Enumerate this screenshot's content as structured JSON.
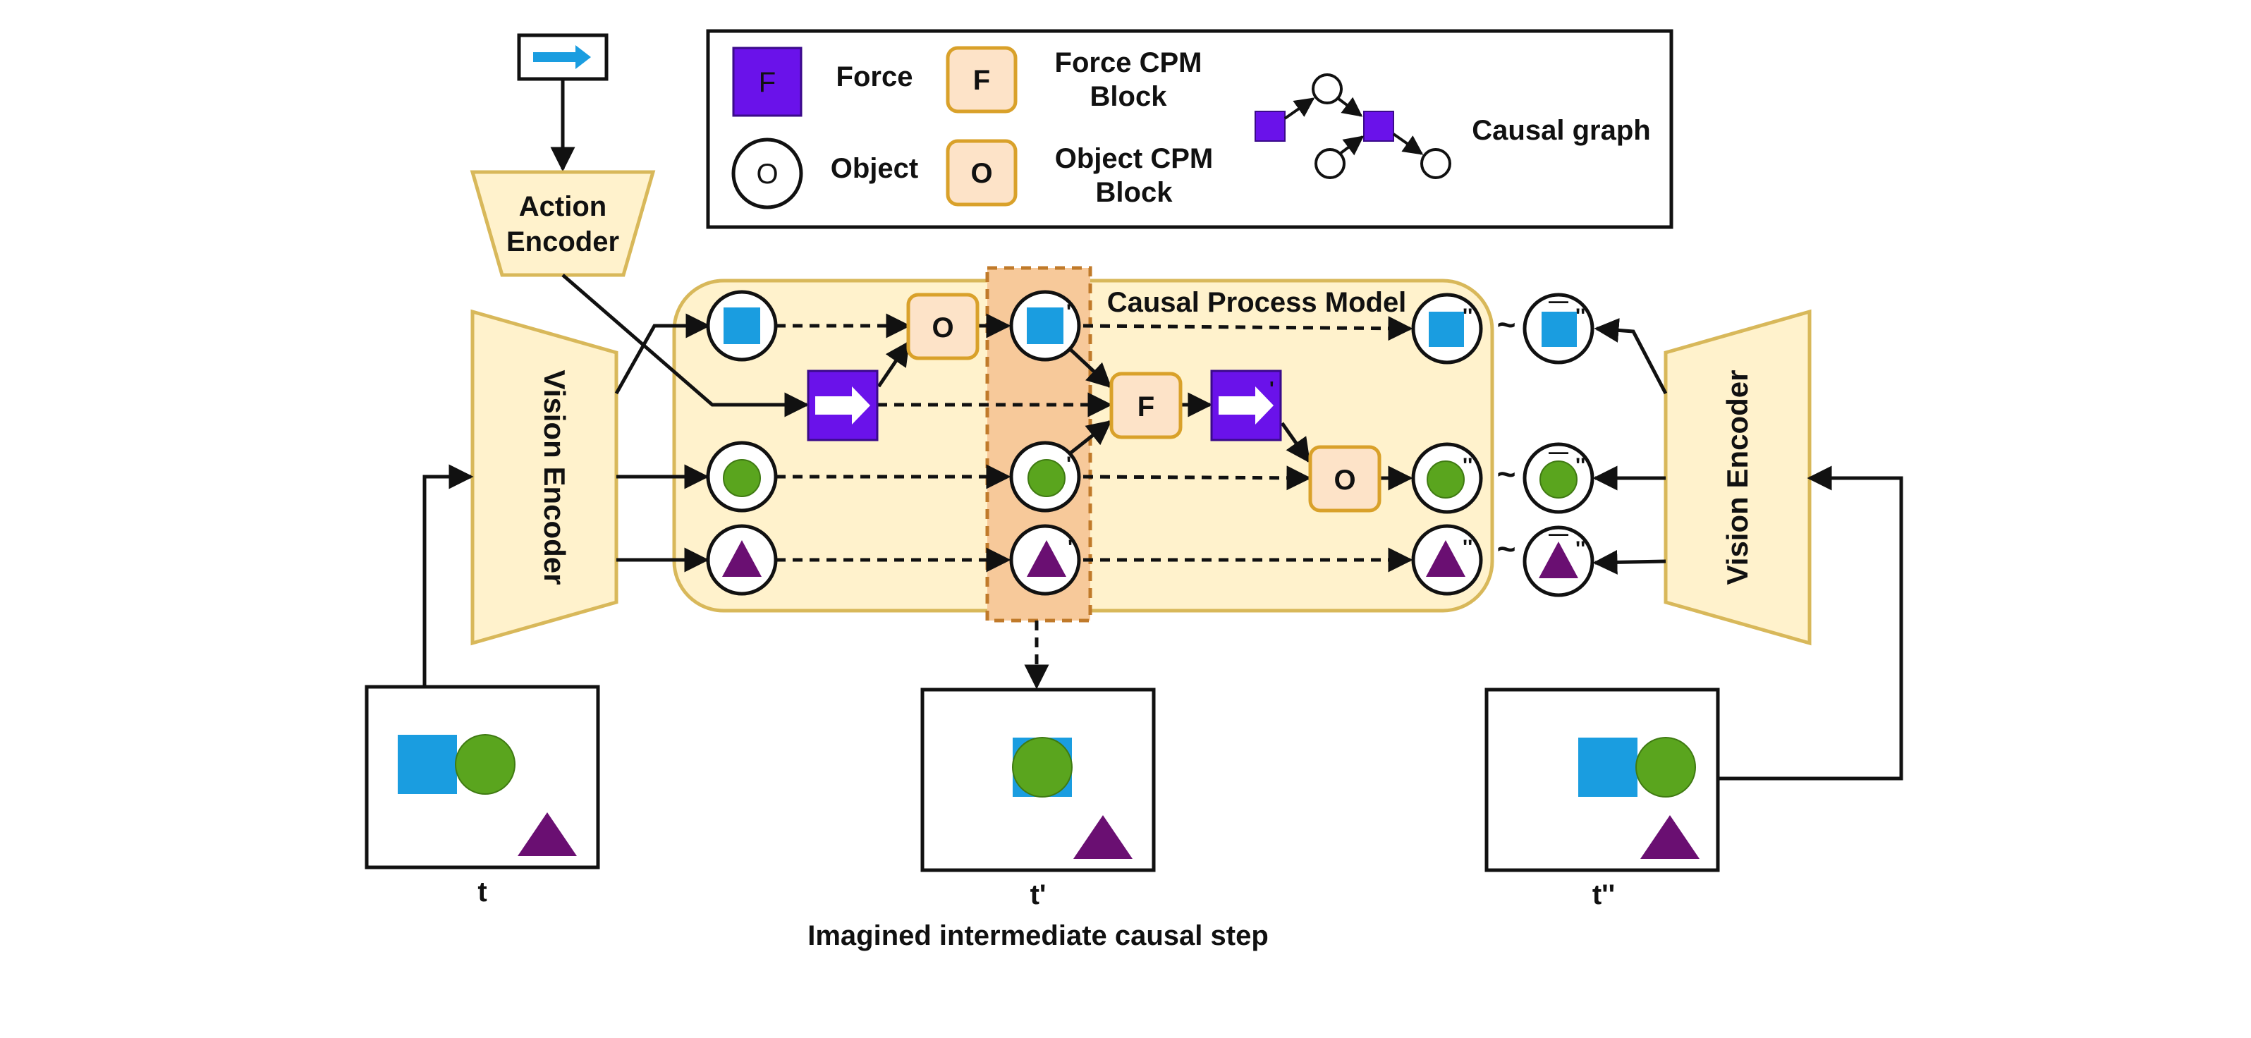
{
  "legend": {
    "force_glyph": "F",
    "force_label": "Force",
    "object_glyph": "O",
    "object_label": "Object",
    "force_cpm_glyph": "F",
    "force_cpm_label_line1": "Force CPM",
    "force_cpm_label_line2": "Block",
    "object_cpm_glyph": "O",
    "object_cpm_label_line1": "Object CPM",
    "object_cpm_label_line2": "Block",
    "causal_graph_label": "Causal graph"
  },
  "action_encoder": {
    "line1": "Action",
    "line2": "Encoder"
  },
  "vision_encoder_left": "Vision Encoder",
  "vision_encoder_right": "Vision Encoder",
  "causal_process_model": "Causal Process Model",
  "blocks": {
    "object_cpm_1": "O",
    "force_cpm": "F",
    "object_cpm_2": "O"
  },
  "marks": {
    "prime": "'",
    "double_prime": "''",
    "overbar": "—",
    "tilde": "~"
  },
  "frames": {
    "t": "t",
    "t_prime": "t'",
    "t_double_prime": "t''",
    "caption": "Imagined intermediate causal step"
  },
  "colors": {
    "blue": "#1a9de0",
    "green": "#5aa51e",
    "purple_triangle": "#6a0f72",
    "force_purple": "#6a12ea",
    "block_fill": "#fde3c8",
    "block_stroke": "#d9a12a",
    "cpm_fill": "#fff2cc",
    "cpm_stroke": "#d8b85a",
    "highlight_fill": "#f7c99a",
    "highlight_stroke": "#c07a2a",
    "tilde_red": "#d91a1a"
  }
}
